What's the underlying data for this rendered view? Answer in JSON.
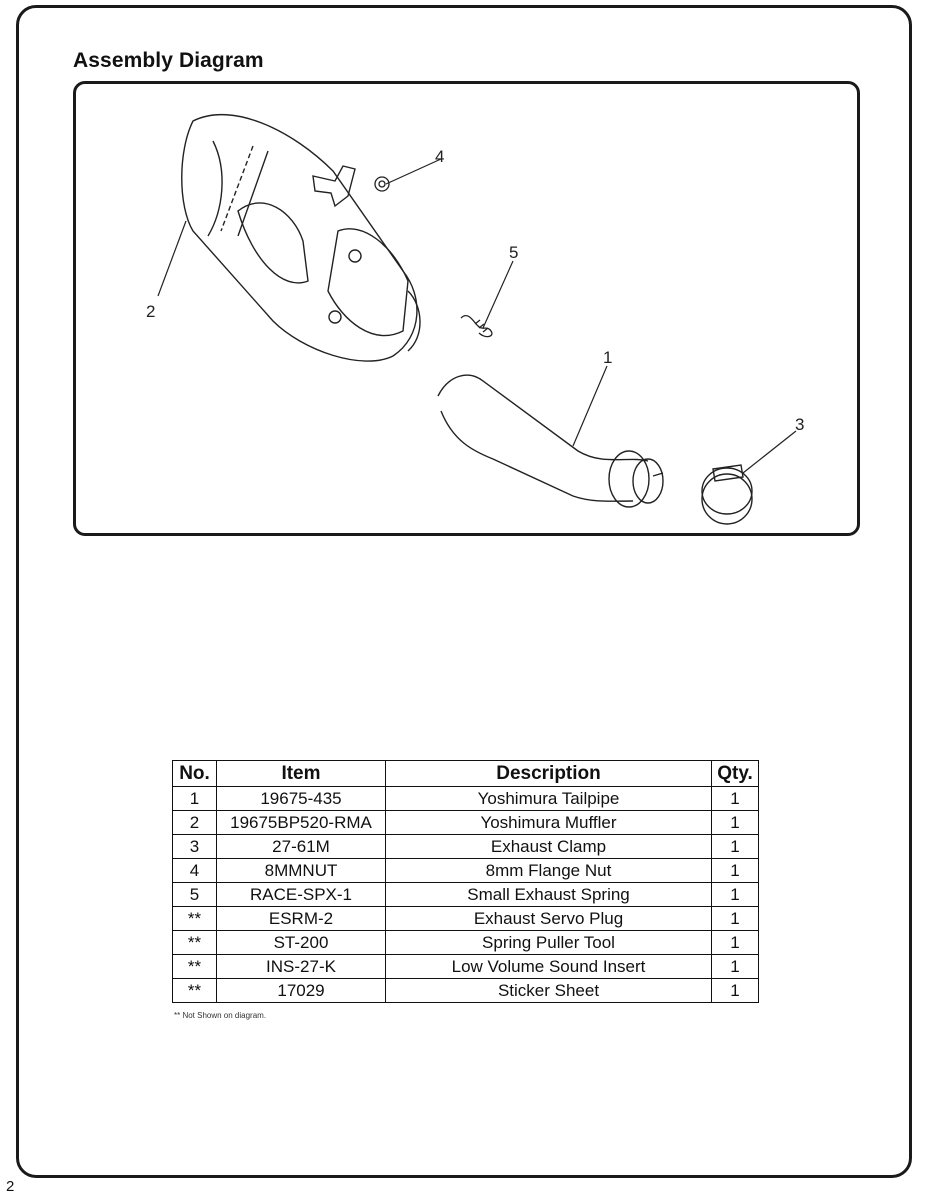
{
  "section_title": "Assembly Diagram",
  "diagram": {
    "callouts": [
      "1",
      "2",
      "3",
      "4",
      "5"
    ]
  },
  "table": {
    "headers": [
      "No.",
      "Item",
      "Description",
      "Qty."
    ],
    "rows": [
      [
        "1",
        "19675-435",
        "Yoshimura Tailpipe",
        "1"
      ],
      [
        "2",
        "19675BP520-RMA",
        "Yoshimura Muffler",
        "1"
      ],
      [
        "3",
        "27-61M",
        "Exhaust Clamp",
        "1"
      ],
      [
        "4",
        "8MMNUT",
        "8mm Flange Nut",
        "1"
      ],
      [
        "5",
        "RACE-SPX-1",
        "Small Exhaust Spring",
        "1"
      ],
      [
        "**",
        "ESRM-2",
        "Exhaust Servo Plug",
        "1"
      ],
      [
        "**",
        "ST-200",
        "Spring Puller Tool",
        "1"
      ],
      [
        "**",
        "INS-27-K",
        "Low Volume Sound Insert",
        "1"
      ],
      [
        "**",
        "17029",
        "Sticker Sheet",
        "1"
      ]
    ]
  },
  "footnote": "**    Not Shown on diagram.",
  "page_number": "2"
}
